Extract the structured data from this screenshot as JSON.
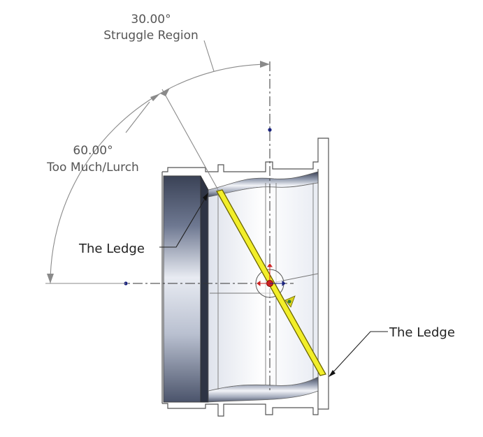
{
  "dimensions": {
    "upper": {
      "value": "30.00°",
      "label": "Struggle Region"
    },
    "lower": {
      "value": "60.00°",
      "label": "Too Much/Lurch"
    }
  },
  "notes": {
    "left_ledge": "The Ledge",
    "right_ledge": "The Ledge"
  },
  "colors": {
    "disc": "#f2ee2a",
    "disc_edge": "#6b6500",
    "pivot": "#cc2222",
    "centerline_point": "#1a237e",
    "dim_line": "#8a8a8a"
  }
}
